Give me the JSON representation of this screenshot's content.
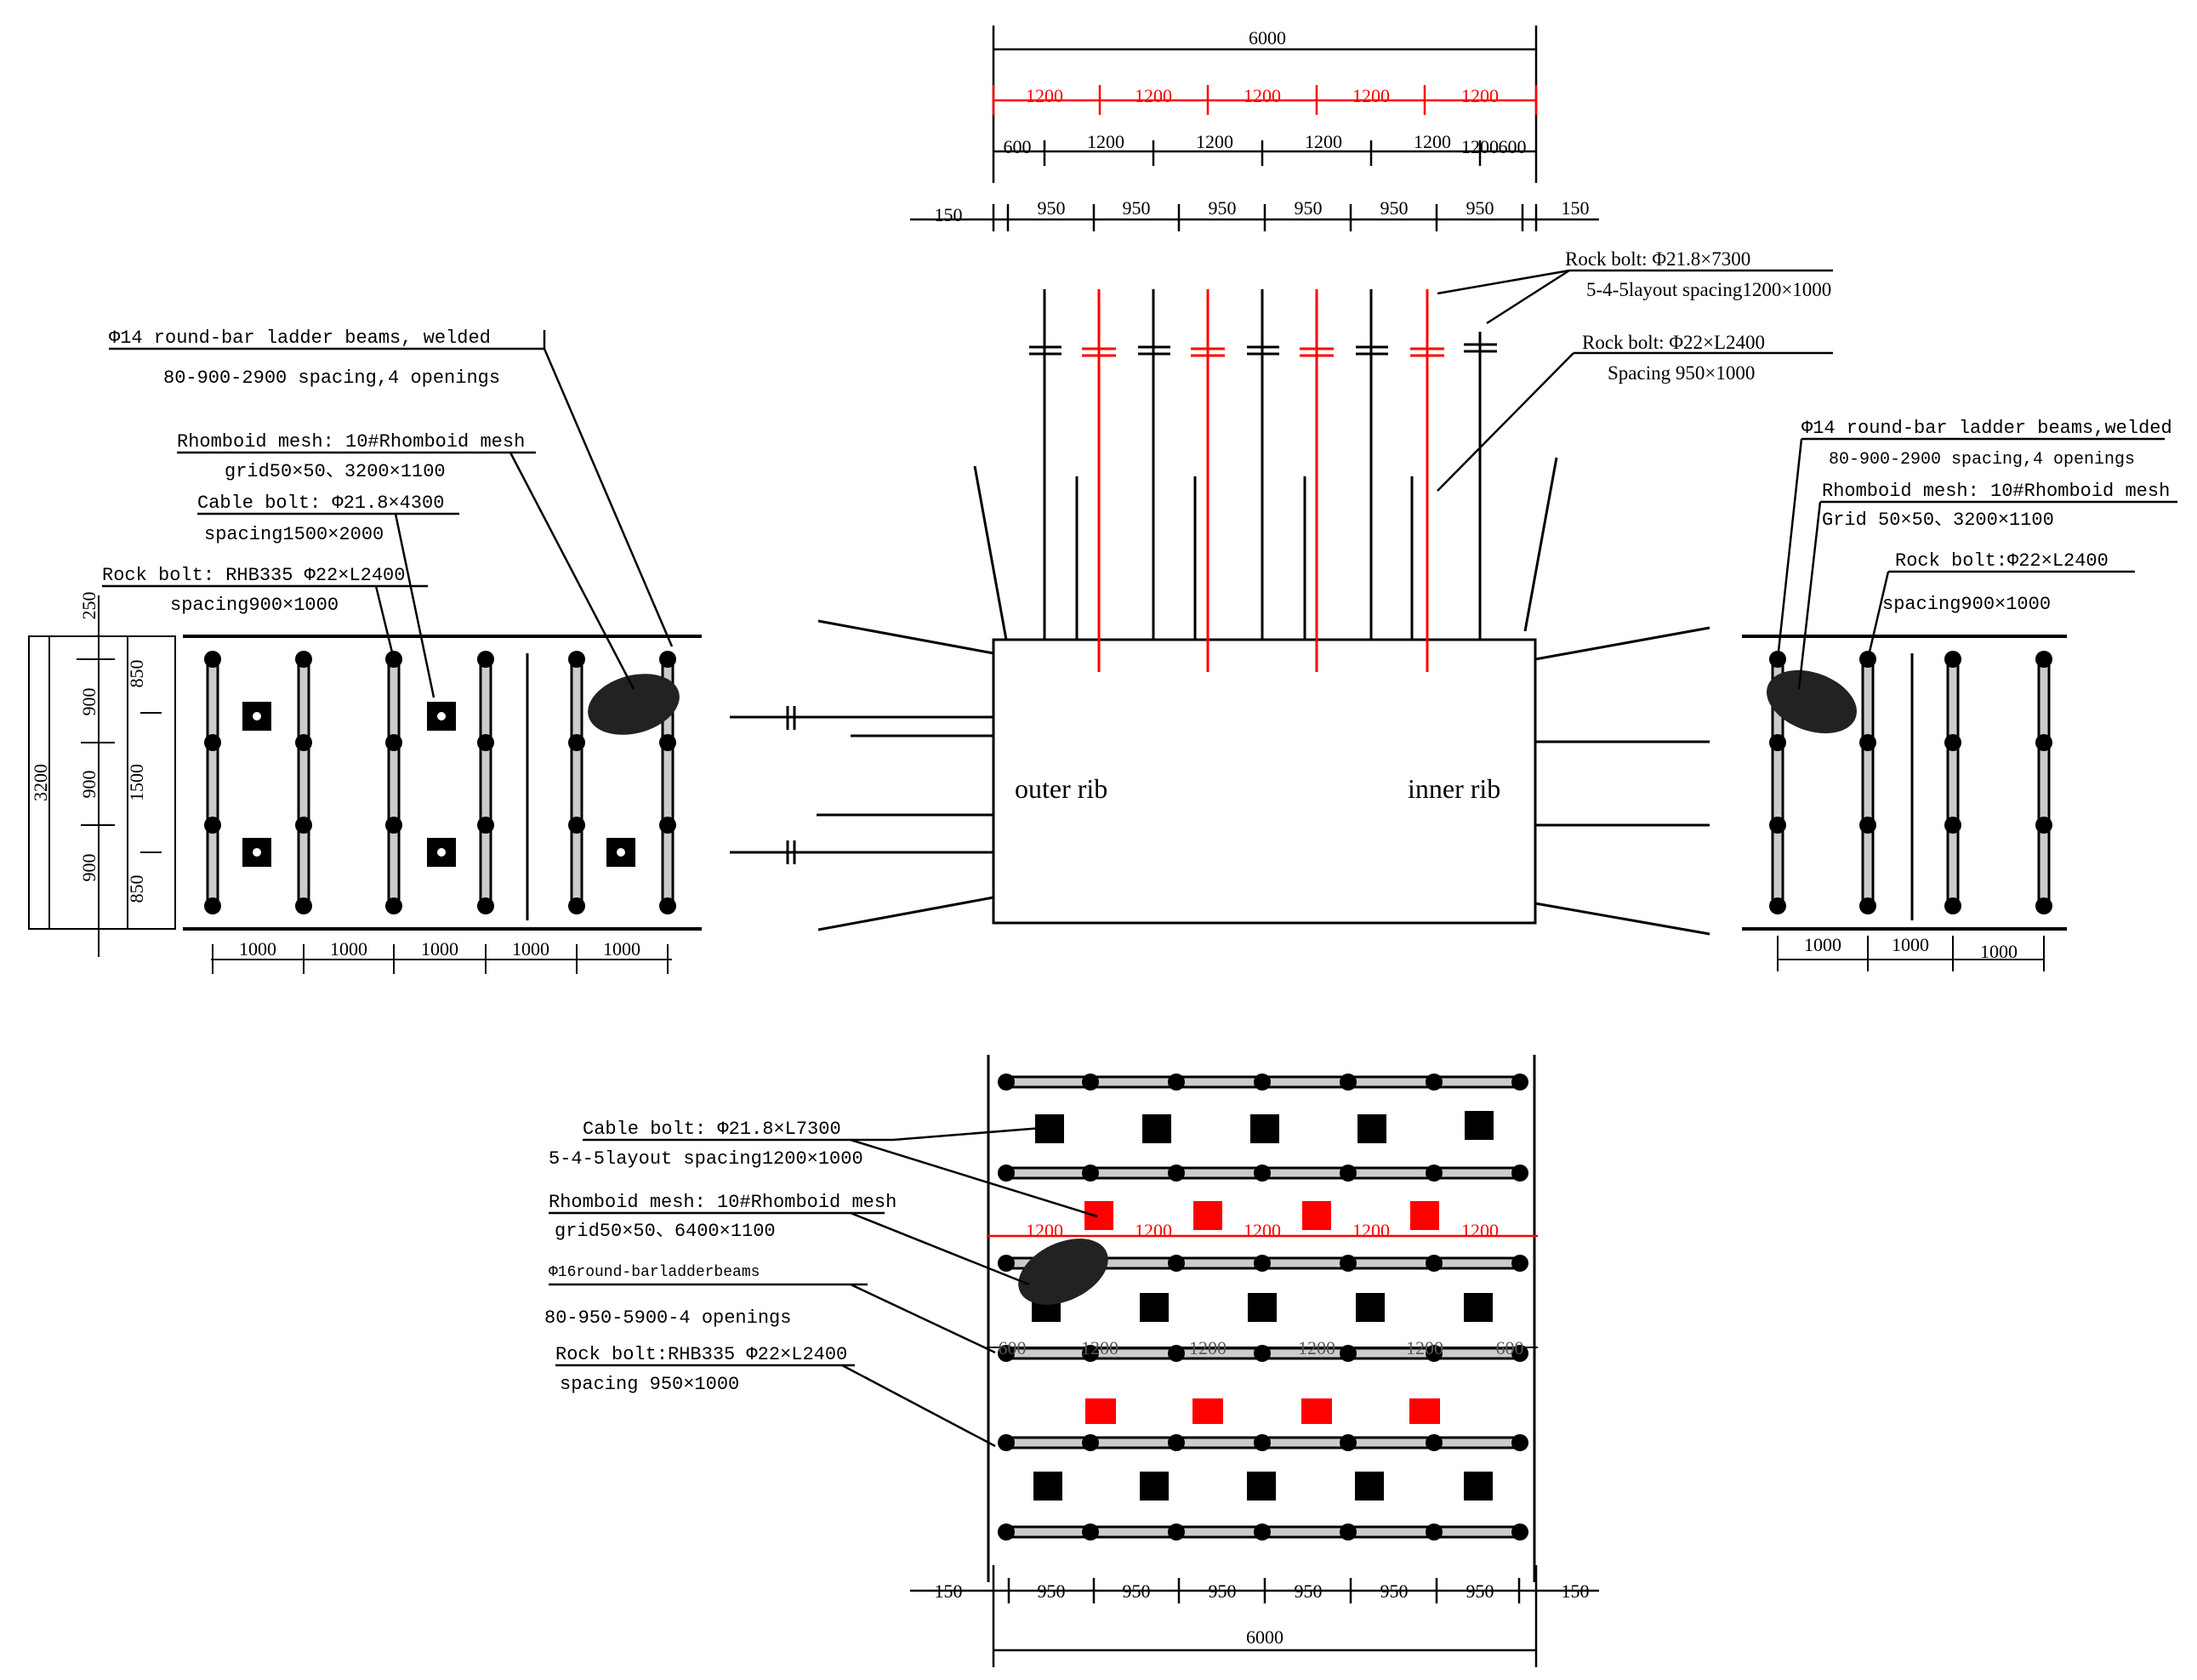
{
  "colors": {
    "line": "#000000",
    "cable_bolt": "#ff0000",
    "background": "#ffffff"
  },
  "top_dims": {
    "total": "6000",
    "red_spacing": [
      "1200",
      "1200",
      "1200",
      "1200",
      "1200"
    ],
    "bolt_spacing": [
      "600",
      "1200",
      "1200",
      "1200",
      "1200",
      "1200",
      "600"
    ],
    "rock_spacing": [
      "150",
      "950",
      "950",
      "950",
      "950",
      "950",
      "950",
      "150"
    ]
  },
  "section": {
    "outer_rib": "outer rib",
    "inner_rib": "inner rib",
    "cable_label_1": "Rock bolt:  Φ21.8×7300",
    "cable_label_2": "5-4-5layout spacing1200×1000",
    "rock_label_1": "Rock bolt:  Φ22×L2400",
    "rock_label_2": "Spacing 950×1000"
  },
  "left_rib": {
    "ladder_1": "Φ14 round-bar ladder beams,  welded",
    "ladder_2": "80-900-2900 spacing,4 openings",
    "mesh_1": "Rhomboid mesh: 10#Rhomboid mesh",
    "mesh_2": "grid50×50、3200×1100",
    "cable_1": "Cable bolt:  Φ21.8×4300",
    "cable_2": "spacing1500×2000",
    "rock_1": "Rock bolt: RHB335 Φ22×L2400",
    "rock_2": "spacing900×1000",
    "height_total": "3200",
    "height_top": "250",
    "height_a": "900",
    "height_b": "900",
    "height_c": "900",
    "cable_top": "850",
    "cable_mid": "1500",
    "cable_bot": "850",
    "bottom_spacing": [
      "1000",
      "1000",
      "1000",
      "1000",
      "1000"
    ]
  },
  "right_rib": {
    "ladder_1": "Φ14 round-bar ladder beams,welded",
    "ladder_2": "80-900-2900 spacing,4 openings",
    "mesh_1": "Rhomboid mesh: 10#Rhomboid mesh",
    "mesh_2": "Grid 50×50、3200×1100",
    "rock_1": "Rock bolt:Φ22×L2400",
    "rock_2": "spacing900×1000",
    "bottom_spacing": [
      "1000",
      "1000",
      "1000"
    ]
  },
  "roof_plan": {
    "cable_1": "Cable bolt: Φ21.8×L7300",
    "cable_2": "5-4-5layout  spacing1200×1000",
    "mesh_1": "Rhomboid mesh: 10#Rhomboid mesh",
    "mesh_2": "grid50×50、6400×1100",
    "ladder_1": "Φ16round-barladderbeams",
    "ladder_2": "80-950-5900-4 openings",
    "rock_1": "Rock bolt:RHB335 Φ22×L2400",
    "rock_2": "spacing 950×1000",
    "red_spacing": [
      "1200",
      "1200",
      "1200",
      "1200",
      "1200"
    ],
    "mid_spacing": [
      "600",
      "1200",
      "1200",
      "1200",
      "1200",
      "600"
    ],
    "bottom_spacing": [
      "150",
      "950",
      "950",
      "950",
      "950",
      "950",
      "950",
      "150"
    ],
    "total": "6000"
  }
}
